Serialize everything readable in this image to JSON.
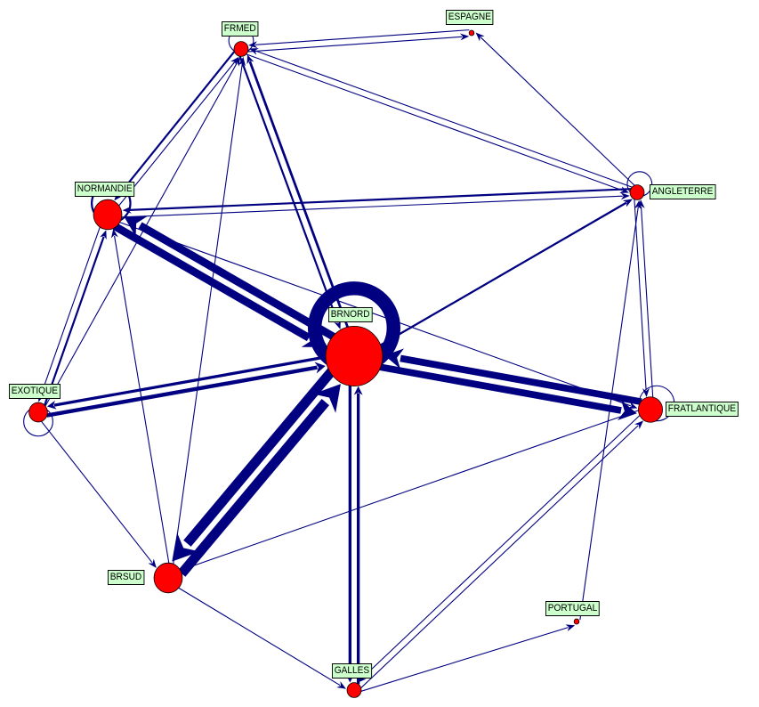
{
  "colors": {
    "edge": "#000080",
    "node": "#ff0000",
    "label_bg": "#ccffcc"
  },
  "nodes": [
    {
      "id": "FRMED",
      "label": "FRMED",
      "size": 2
    },
    {
      "id": "ESPAGNE",
      "label": "ESPAGNE",
      "size": 0.6
    },
    {
      "id": "NORMANDIE",
      "label": "NORMANDIE",
      "size": 4
    },
    {
      "id": "ANGLETERRE",
      "label": "ANGLETERRE",
      "size": 2
    },
    {
      "id": "BRNORD",
      "label": "BRNORD",
      "size": 8
    },
    {
      "id": "EXOTIQUE",
      "label": "EXOTIQUE",
      "size": 2.6
    },
    {
      "id": "FRATLANTIQUE",
      "label": "FRATLANTIQUE",
      "size": 3.4
    },
    {
      "id": "BRSUD",
      "label": "BRSUD",
      "size": 4
    },
    {
      "id": "PORTUGAL",
      "label": "PORTUGAL",
      "size": 0.6
    },
    {
      "id": "GALLES",
      "label": "GALLES",
      "size": 2
    }
  ],
  "edges": [
    {
      "from": "BRNORD",
      "to": "BRNORD",
      "weight": 14
    },
    {
      "from": "BRNORD",
      "to": "NORMANDIE",
      "weight": 8
    },
    {
      "from": "NORMANDIE",
      "to": "BRNORD",
      "weight": 8
    },
    {
      "from": "BRNORD",
      "to": "BRSUD",
      "weight": 10
    },
    {
      "from": "BRSUD",
      "to": "BRNORD",
      "weight": 10
    },
    {
      "from": "BRNORD",
      "to": "FRATLANTIQUE",
      "weight": 7
    },
    {
      "from": "FRATLANTIQUE",
      "to": "BRNORD",
      "weight": 7
    },
    {
      "from": "EXOTIQUE",
      "to": "BRNORD",
      "weight": 4
    },
    {
      "from": "BRNORD",
      "to": "EXOTIQUE",
      "weight": 3
    },
    {
      "from": "BRNORD",
      "to": "GALLES",
      "weight": 3
    },
    {
      "from": "GALLES",
      "to": "BRNORD",
      "weight": 3
    },
    {
      "from": "BRNORD",
      "to": "FRMED",
      "weight": 2.5
    },
    {
      "from": "FRMED",
      "to": "BRNORD",
      "weight": 2
    },
    {
      "from": "BRNORD",
      "to": "ANGLETERRE",
      "weight": 2
    },
    {
      "from": "BRNORD",
      "to": "ANGLETERRE",
      "weight": 1.5
    },
    {
      "from": "ANGLETERRE",
      "to": "NORMANDIE",
      "weight": 2
    },
    {
      "from": "NORMANDIE",
      "to": "ANGLETERRE",
      "weight": 1
    },
    {
      "from": "NORMANDIE",
      "to": "FRMED",
      "weight": 1
    },
    {
      "from": "FRMED",
      "to": "NORMANDIE",
      "weight": 2
    },
    {
      "from": "NORMANDIE",
      "to": "FRATLANTIQUE",
      "weight": 1
    },
    {
      "from": "NORMANDIE",
      "to": "NORMANDIE",
      "weight": 2
    },
    {
      "from": "FRMED",
      "to": "ESPAGNE",
      "weight": 1
    },
    {
      "from": "ESPAGNE",
      "to": "FRMED",
      "weight": 1
    },
    {
      "from": "FRMED",
      "to": "ANGLETERRE",
      "weight": 1
    },
    {
      "from": "ANGLETERRE",
      "to": "FRMED",
      "weight": 1
    },
    {
      "from": "FRMED",
      "to": "FRMED",
      "weight": 1
    },
    {
      "from": "ANGLETERRE",
      "to": "ESPAGNE",
      "weight": 1
    },
    {
      "from": "ANGLETERRE",
      "to": "ANGLETERRE",
      "weight": 1
    },
    {
      "from": "ANGLETERRE",
      "to": "FRATLANTIQUE",
      "weight": 1
    },
    {
      "from": "FRATLANTIQUE",
      "to": "ANGLETERRE",
      "weight": 1
    },
    {
      "from": "EXOTIQUE",
      "to": "NORMANDIE",
      "weight": 2
    },
    {
      "from": "NORMANDIE",
      "to": "EXOTIQUE",
      "weight": 1
    },
    {
      "from": "EXOTIQUE",
      "to": "FRMED",
      "weight": 1
    },
    {
      "from": "EXOTIQUE",
      "to": "BRSUD",
      "weight": 1
    },
    {
      "from": "EXOTIQUE",
      "to": "EXOTIQUE",
      "weight": 1
    },
    {
      "from": "BRSUD",
      "to": "NORMANDIE",
      "weight": 1
    },
    {
      "from": "BRSUD",
      "to": "FRMED",
      "weight": 1
    },
    {
      "from": "BRSUD",
      "to": "GALLES",
      "weight": 1
    },
    {
      "from": "FRATLANTIQUE",
      "to": "BRSUD",
      "weight": 1
    },
    {
      "from": "FRATLANTIQUE",
      "to": "FRATLANTIQUE",
      "weight": 1
    },
    {
      "from": "FRATLANTIQUE",
      "to": "GALLES",
      "weight": 1
    },
    {
      "from": "GALLES",
      "to": "FRATLANTIQUE",
      "weight": 1
    },
    {
      "from": "GALLES",
      "to": "PORTUGAL",
      "weight": 1
    },
    {
      "from": "PORTUGAL",
      "to": "ANGLETERRE",
      "weight": 1
    }
  ]
}
